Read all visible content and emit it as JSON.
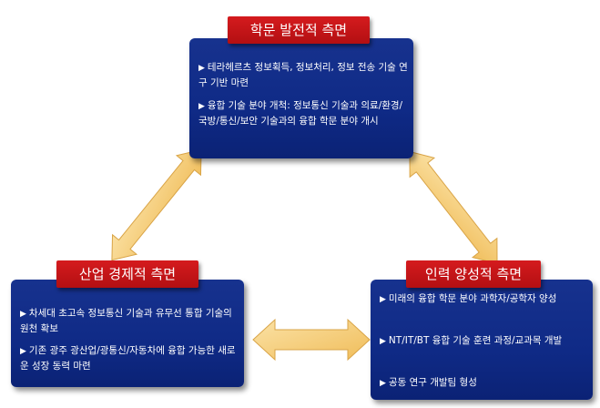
{
  "top": {
    "title": "학문 발전적 측면",
    "items": [
      "테라헤르츠 정보획득, 정보처리, 정보 전송 기술 연구 기반 마련",
      "융합 기술 분야 개척: 정보통신 기술과 의료/환경/국방/통신/보안 기술과의 융합 학문 분야 개시"
    ]
  },
  "left": {
    "title": "산업 경제적 측면",
    "items": [
      "차세대 초고속 정보통신 기술과 유무선 통합 기술의 원천 확보",
      "기존 광주 광산업/광통신/자동차에 융합 가능한 새로운 성장 동력 마련"
    ]
  },
  "right": {
    "title": "인력 양성적 측면",
    "items": [
      "미래의 융합 학문 분야 과학자/공학자 양성",
      "NT/IT/BT 융합 기술 훈련 과정/교과목 개발",
      "공동 연구 개발팀 형성"
    ]
  },
  "colors": {
    "box": "#0f2a86",
    "header": "#c4161a",
    "arrow": "#f6cf7a"
  }
}
